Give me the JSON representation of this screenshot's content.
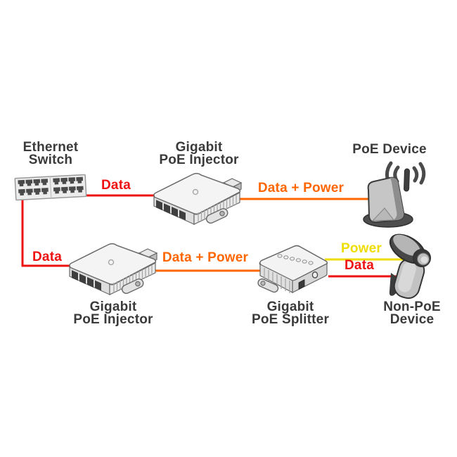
{
  "colors": {
    "data": "#ee1111",
    "data_power": "#ff6600",
    "power": "#f0dd00",
    "label": "#3a3a3a"
  },
  "nodes": {
    "ethernet_switch": {
      "label_line1": "Ethernet",
      "label_line2": "Switch"
    },
    "injector_top": {
      "label_line1": "Gigabit",
      "label_line2": "PoE Injector"
    },
    "poe_device": {
      "label": "PoE Device"
    },
    "injector_bottom": {
      "label_line1": "Gigabit",
      "label_line2": "PoE Injector"
    },
    "splitter": {
      "label_line1": "Gigabit",
      "label_line2": "PoE Splitter"
    },
    "non_poe_device": {
      "label_line1": "Non-PoE",
      "label_line2": "Device"
    }
  },
  "links": {
    "switch_to_injector_top": {
      "label": "Data",
      "type": "data"
    },
    "injector_top_to_poe_device": {
      "label": "Data + Power",
      "type": "data_power"
    },
    "switch_to_injector_bottom": {
      "label": "Data",
      "type": "data"
    },
    "injector_bottom_to_splitter": {
      "label": "Data + Power",
      "type": "data_power"
    },
    "splitter_power_out": {
      "label": "Power",
      "type": "power"
    },
    "splitter_data_out": {
      "label": "Data",
      "type": "data"
    }
  }
}
